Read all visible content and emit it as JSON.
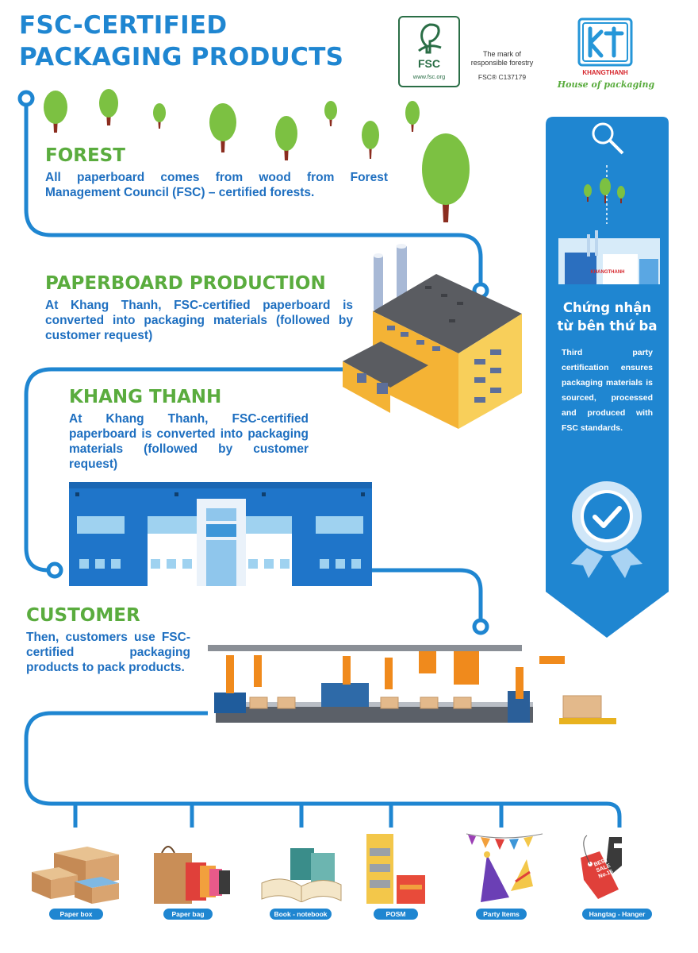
{
  "header": {
    "title_line1": "FSC-CERTIFIED",
    "title_line2": "PACKAGING PRODUCTS"
  },
  "fsc": {
    "logo_text": "FSC",
    "website": "www.fsc.org",
    "tagline_line1": "The mark of",
    "tagline_line2": "responsible forestry",
    "code": "FSC® C137179"
  },
  "brand": {
    "name": "KHANGTHANH",
    "slogan": "House of packaging",
    "color": "#2596d8"
  },
  "sections": [
    {
      "heading": "FOREST",
      "body": "All paperboard comes from wood from Forest Management Council (FSC) – certified forests."
    },
    {
      "heading": "PAPERBOARD PRODUCTION",
      "body": "At Khang Thanh, FSC-certified paperboard is converted into packaging materials (followed by customer request)"
    },
    {
      "heading": "KHANG THANH",
      "body": "At Khang Thanh, FSC-certified paperboard is converted into packaging materials (followed by customer request)"
    },
    {
      "heading": "CUSTOMER",
      "body": "Then, customers use FSC-certified packaging products to pack products."
    }
  ],
  "sidebar": {
    "title_line1": "Chứng nhận",
    "title_line2": "từ bên thứ ba",
    "body": "Third party certification ensures packaging materials is sourced, processed and produced with FSC standards.",
    "factory_label": "KHANGTHANH"
  },
  "products": [
    {
      "label": "Paper box",
      "icon": "paper-box-icon"
    },
    {
      "label": "Paper bag",
      "icon": "paper-bag-icon"
    },
    {
      "label": "Book - notebook",
      "icon": "book-icon"
    },
    {
      "label": "POSM",
      "icon": "posm-icon"
    },
    {
      "label": "Party Items",
      "icon": "party-icon"
    },
    {
      "label": "Hangtag - Hanger",
      "icon": "hangtag-icon"
    }
  ],
  "hangtag": {
    "line1": "BEST",
    "line2": "SALE",
    "line3": "No.15"
  },
  "colors": {
    "accent_blue": "#1f86d1",
    "green": "#5aac3e",
    "body_blue": "#1e6fc0",
    "tree_green": "#7cc142",
    "trunk": "#8b2d1f"
  }
}
